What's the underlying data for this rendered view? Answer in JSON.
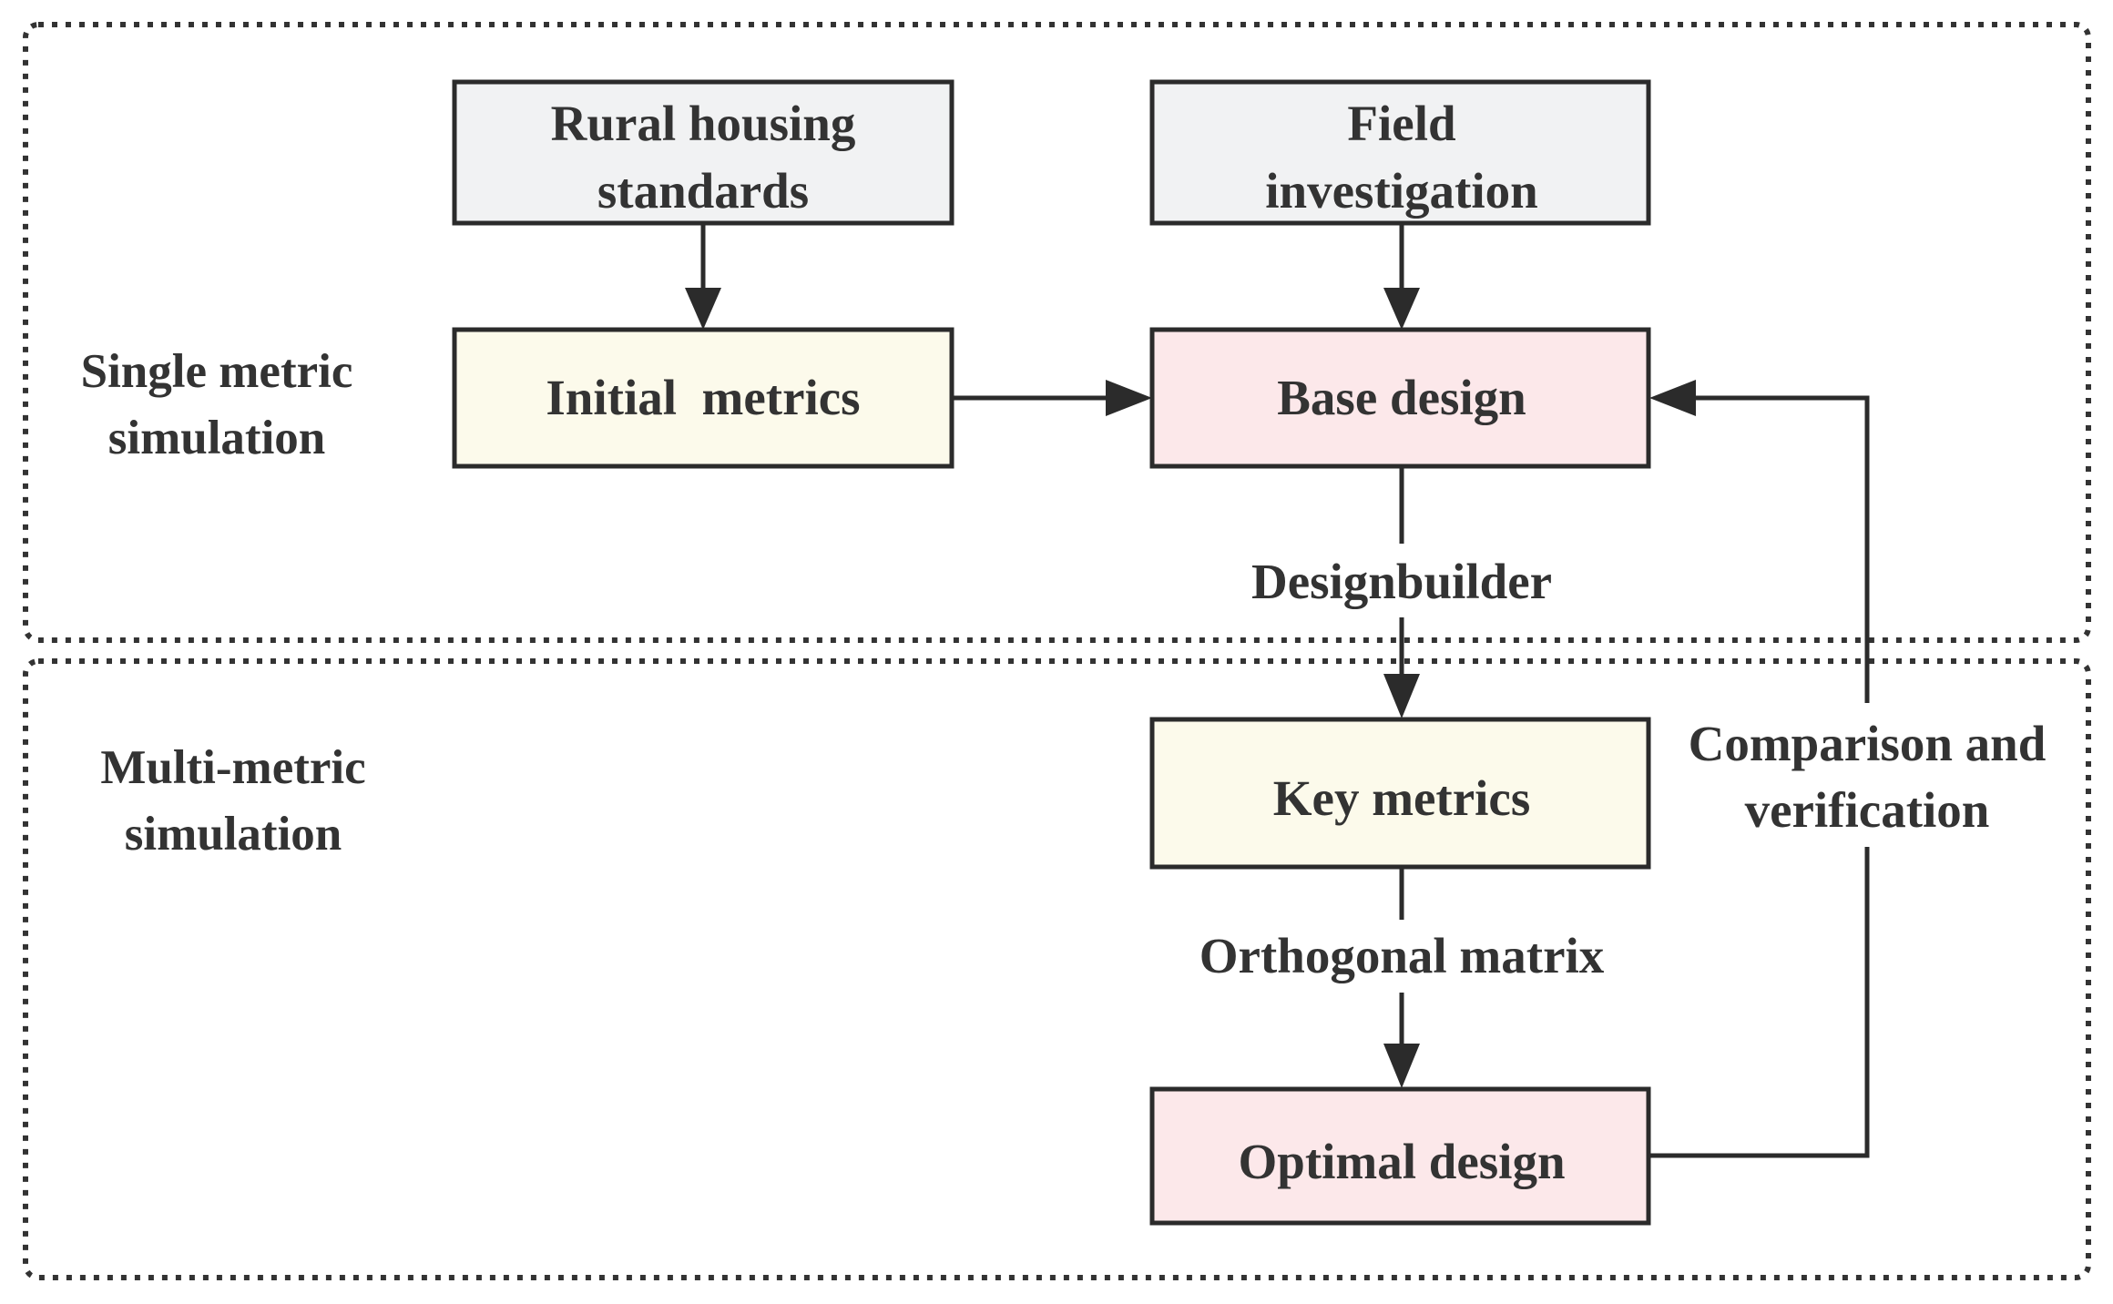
{
  "colors": {
    "standards_fill": "#f1f2f3",
    "metrics_fill": "#fcfaeb",
    "design_fill": "#fce8ea",
    "stroke": "#2b2b2b",
    "text": "#333333"
  },
  "regions": {
    "single": {
      "label_line1": "Single metric",
      "label_line2": "simulation"
    },
    "multi": {
      "label_line1": "Multi-metric",
      "label_line2": "simulation"
    }
  },
  "nodes": {
    "rural_housing": {
      "line1": "Rural housing",
      "line2": "standards"
    },
    "field_investigation": {
      "line1": "Field",
      "line2": "investigation"
    },
    "initial_metrics": {
      "label": "Initial  metrics"
    },
    "base_design": {
      "label": "Base design"
    },
    "key_metrics": {
      "label": "Key metrics"
    },
    "optimal_design": {
      "label": "Optimal design"
    }
  },
  "edges": {
    "designbuilder": {
      "label": "Designbuilder"
    },
    "orthogonal": {
      "label": "Orthogonal matrix"
    },
    "comparison": {
      "line1": "Comparison and",
      "line2": "verification"
    }
  }
}
